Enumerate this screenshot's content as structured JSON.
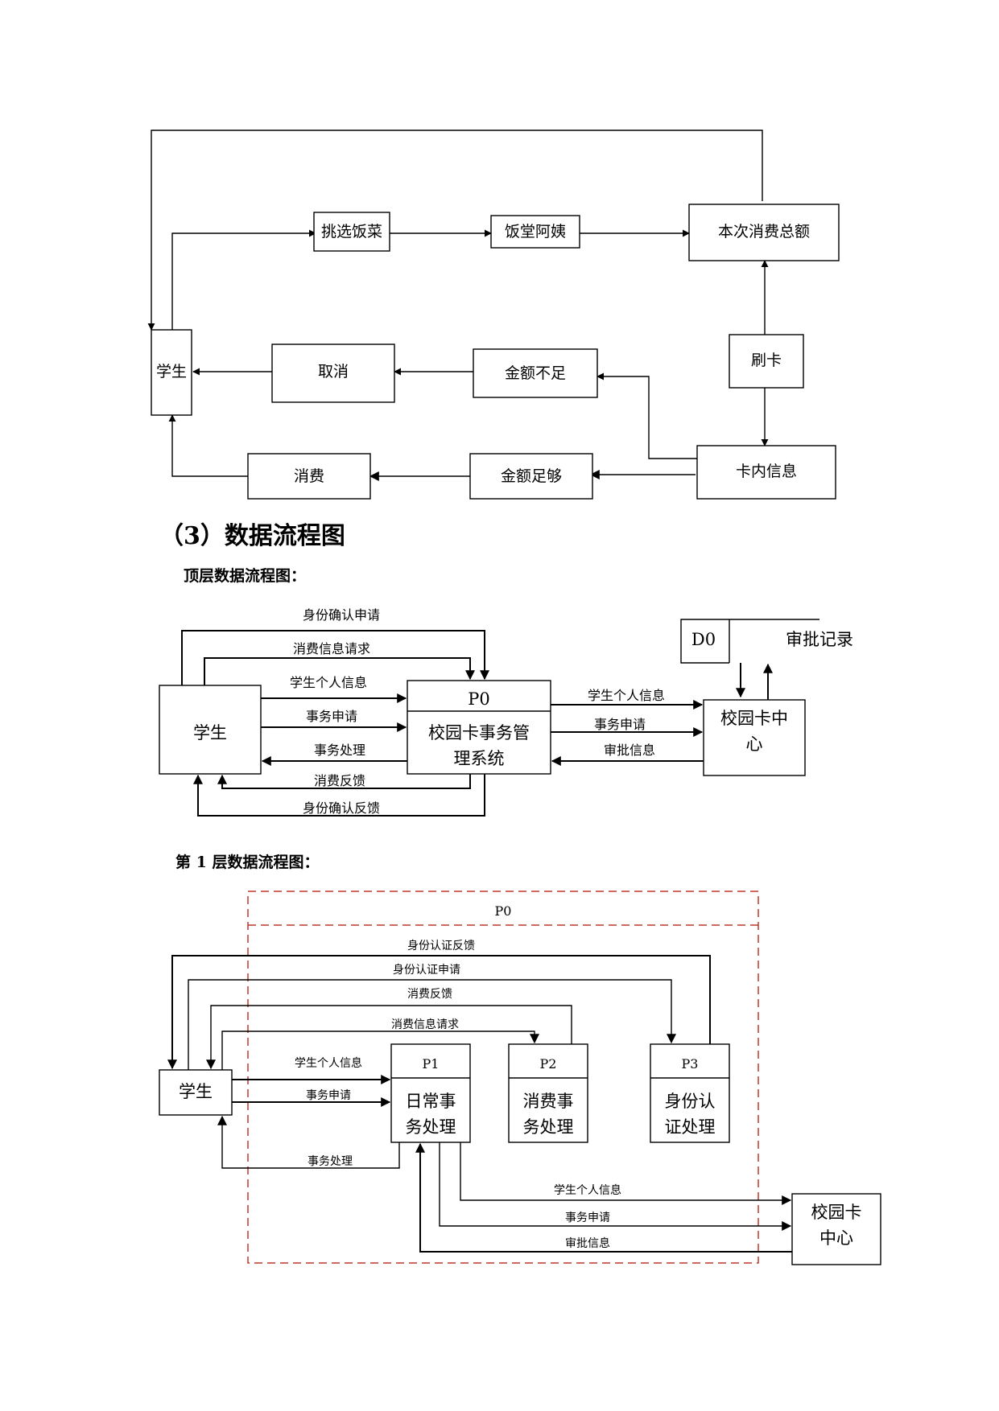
{
  "flowchart": {
    "student": "学生",
    "pick_dishes": "挑选饭菜",
    "canteen_staff": "饭堂阿姨",
    "total_amount": "本次消费总额",
    "swipe_card": "刷卡",
    "cancel": "取消",
    "insufficient": "金额不足",
    "card_info": "卡内信息",
    "consume": "消费",
    "sufficient": "金额足够"
  },
  "section": {
    "title": "（3）数据流程图",
    "top_level_label": "顶层数据流程图：",
    "level1_label": "第 1 层数据流程图："
  },
  "top_level": {
    "student": "学生",
    "p0_id": "P0",
    "p0_line1": "校园卡事务管",
    "p0_line2": "理系统",
    "center_line1": "校园卡中",
    "center_line2": "心",
    "d0_id": "D0",
    "d0_name": "审批记录",
    "flows": {
      "identity_request": "身份确认申请",
      "consume_info_request": "消费信息请求",
      "student_info": "学生个人信息",
      "affair_request": "事务申请",
      "affair_handling": "事务处理",
      "consume_feedback": "消费反馈",
      "identity_feedback": "身份确认反馈",
      "r_student_info": "学生个人信息",
      "r_affair_request": "事务申请",
      "r_approval_info": "审批信息"
    }
  },
  "level1": {
    "boundary": "P0",
    "student": "学生",
    "p1_id": "P1",
    "p1_line1": "日常事",
    "p1_line2": "务处理",
    "p2_id": "P2",
    "p2_line1": "消费事",
    "p2_line2": "务处理",
    "p3_id": "P3",
    "p3_line1": "身份认",
    "p3_line2": "证处理",
    "center_line1": "校园卡",
    "center_line2": "中心",
    "flows": {
      "auth_feedback": "身份认证反馈",
      "auth_request": "身份认证申请",
      "consume_feedback": "消费反馈",
      "consume_info_request": "消费信息请求",
      "student_info": "学生个人信息",
      "affair_request": "事务申请",
      "affair_handling": "事务处理",
      "c_student_info": "学生个人信息",
      "c_affair_request": "事务申请",
      "c_approval_info": "审批信息"
    }
  }
}
